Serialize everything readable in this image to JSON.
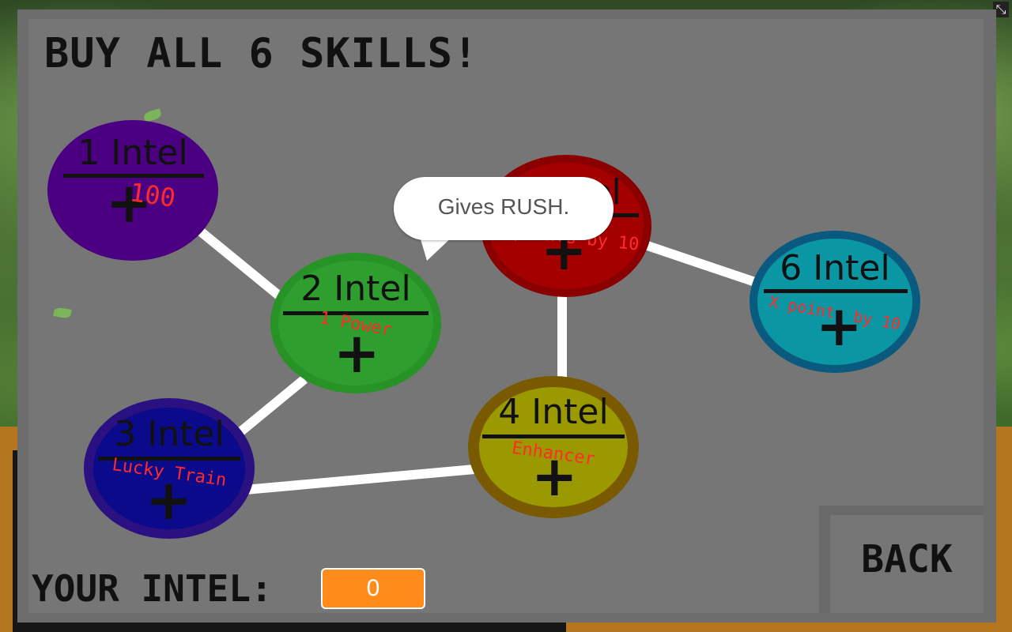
{
  "header": {
    "title": "BUY ALL 6 SKILLS!"
  },
  "tooltip": {
    "text": "Gives RUSH."
  },
  "footer": {
    "intel_label": "YOUR INTEL:",
    "intel_value": "0",
    "back_label": "BACK"
  },
  "skills": [
    {
      "cost": "1 Intel",
      "desc": "100",
      "color": "#4b0082"
    },
    {
      "cost": "2 Intel",
      "desc": "1 Power",
      "color": "#2e9e2e"
    },
    {
      "cost": "3 Intel",
      "desc": "Lucky Train",
      "color": "#0a0a8a"
    },
    {
      "cost": "4 Intel",
      "desc": "Enhancer",
      "color": "#9a9a00"
    },
    {
      "cost": "5 Intel",
      "desc": "X points by 10",
      "color": "#a50000"
    },
    {
      "cost": "6 Intel",
      "desc": "X points by 10",
      "color": "#0b96a3"
    }
  ],
  "icons": {
    "plus": "+",
    "fullscreen": "⤡"
  },
  "colors": {
    "panel": "#767676",
    "intel_box": "#ff8c1a",
    "desc_text": "#ff2b2b",
    "connector": "#ffffff"
  }
}
